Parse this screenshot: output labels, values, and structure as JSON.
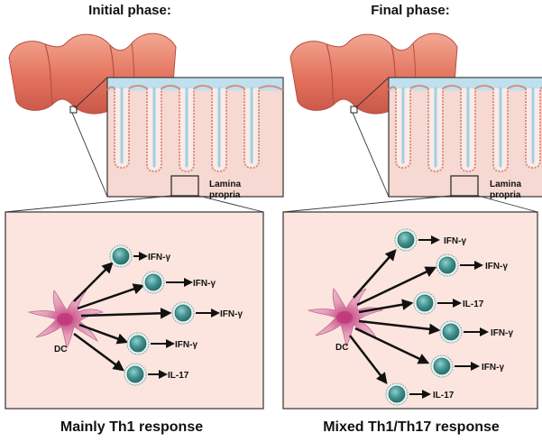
{
  "panels": [
    {
      "phase_title": "Initial phase:",
      "region_label_line1": "Lamina",
      "region_label_line2": "propria",
      "dc_label": "DC",
      "cytokines": [
        "IFN-γ",
        "IFN-γ",
        "IFN-γ",
        "IFN-γ",
        "IL-17"
      ],
      "response": "Mainly Th1 response"
    },
    {
      "phase_title": "Final phase:",
      "region_label_line1": "Lamina",
      "region_label_line2": "propria",
      "dc_label": "DC",
      "cytokines": [
        "IFN-γ",
        "IFN-γ",
        "IL-17",
        "IFN-γ",
        "IFN-γ",
        "IL-17"
      ],
      "response": "Mixed Th1/Th17 response"
    }
  ],
  "colors": {
    "gut_wall": "#e6806c",
    "crypt_tissue": "#f6d9d2",
    "lumen": "#bfe1ef",
    "panel_fill": "#fbe5de",
    "t_cell": "#3f8f8c",
    "dc": "#d88aa8"
  }
}
